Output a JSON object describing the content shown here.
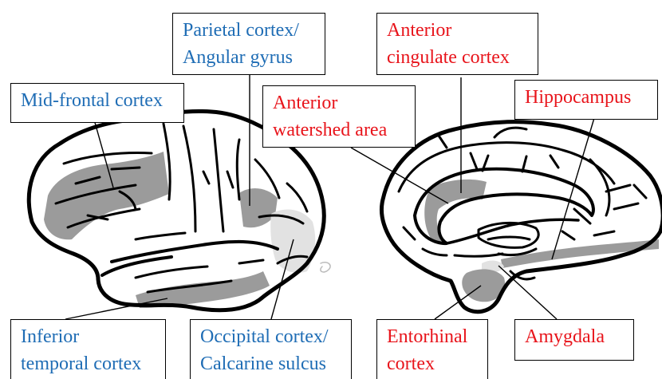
{
  "colors": {
    "network_a_label": "#1f6db5",
    "network_b_label": "#e8141b",
    "dark_region": "#9b9b9b",
    "light_region": "#e2e2e2",
    "outline": "#000000"
  },
  "lateral_view": {
    "labels": {
      "mid_frontal": "Mid-frontal cortex",
      "parietal_line1": "Parietal cortex/",
      "parietal_line2": "Angular gyrus",
      "inferior_temporal_line1": "Inferior",
      "inferior_temporal_line2": "temporal cortex",
      "occipital_line1": "Occipital cortex/",
      "occipital_line2": "Calcarine sulcus"
    }
  },
  "medial_view": {
    "labels": {
      "anterior_cingulate_line1": "Anterior",
      "anterior_cingulate_line2": "cingulate cortex",
      "anterior_watershed_line1": "Anterior",
      "anterior_watershed_line2": "watershed area",
      "hippocampus": "Hippocampus",
      "entorhinal_line1": "Entorhinal",
      "entorhinal_line2": "cortex",
      "amygdala": "Amygdala"
    }
  }
}
